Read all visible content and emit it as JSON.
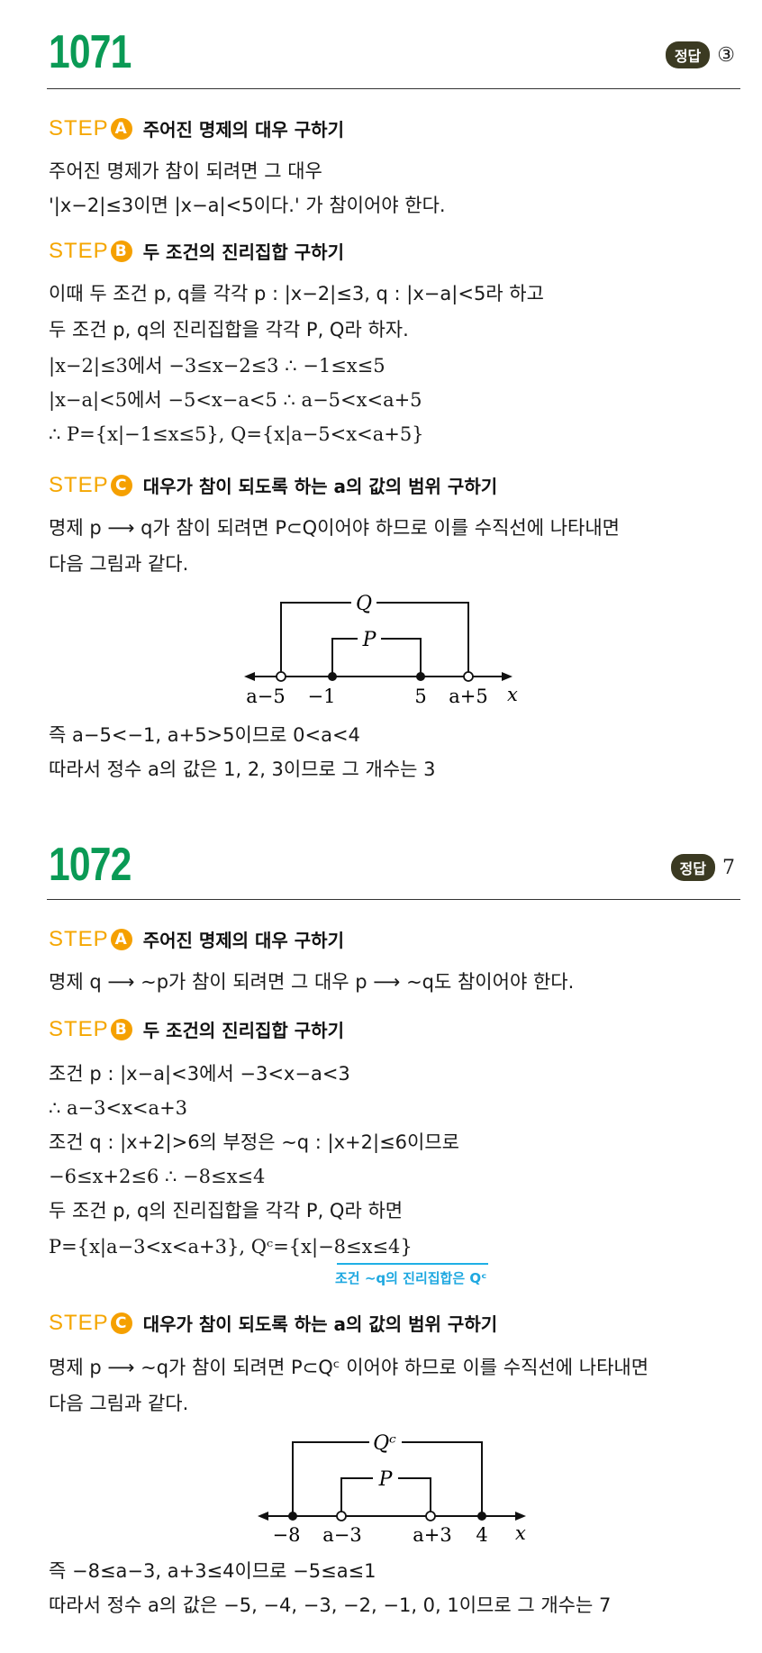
{
  "problems": [
    {
      "number": "1071",
      "answer_badge": "정답",
      "answer_value": "③",
      "steps": [
        {
          "label": "STEP",
          "letter": "A",
          "title": "주어진 명제의 대우 구하기"
        },
        {
          "label": "STEP",
          "letter": "B",
          "title": "두 조건의 진리집합 구하기"
        },
        {
          "label": "STEP",
          "letter": "C",
          "title": "대우가 참이 되도록 하는 a의 값의 범위 구하기"
        }
      ],
      "lines": [
        "주어진 명제가 참이 되려면 그 대우",
        "'|x−2|≤3이면 |x−a|<5이다.' 가 참이어야 한다.",
        "이때 두 조건 p, q를 각각 p : |x−2|≤3, q : |x−a|<5라 하고",
        "두 조건 p, q의 진리집합을 각각 P, Q라 하자.",
        "|x−2|≤3에서 −3≤x−2≤3    ∴ −1≤x≤5",
        "|x−a|<5에서 −5<x−a<5    ∴ a−5<x<a+5",
        "∴ P={x|−1≤x≤5}, Q={x|a−5<x<a+5}",
        "명제 p ⟶ q가 참이 되려면 P⊂Q이어야 하므로 이를 수직선에 나타내면",
        "다음 그림과 같다.",
        "즉 a−5<−1, a+5>5이므로 0<a<4",
        "따라서 정수 a의 값은 1, 2, 3이므로 그 개수는 3"
      ],
      "diagram": {
        "outer_label": "Q",
        "inner_label": "P",
        "axis_label": "x",
        "ticks": [
          {
            "label": "a−5",
            "filled": false
          },
          {
            "label": "−1",
            "filled": true
          },
          {
            "label": "5",
            "filled": true
          },
          {
            "label": "a+5",
            "filled": false
          }
        ]
      }
    },
    {
      "number": "1072",
      "answer_badge": "정답",
      "answer_value": "7",
      "steps": [
        {
          "label": "STEP",
          "letter": "A",
          "title": "주어진 명제의 대우 구하기"
        },
        {
          "label": "STEP",
          "letter": "B",
          "title": "두 조건의 진리집합 구하기"
        },
        {
          "label": "STEP",
          "letter": "C",
          "title": "대우가 참이 되도록 하는 a의 값의 범위 구하기"
        }
      ],
      "lines": [
        "명제 q ⟶ ∼p가 참이 되려면 그 대우 p ⟶ ∼q도 참이어야 한다.",
        "조건 p : |x−a|<3에서 −3<x−a<3",
        "∴ a−3<x<a+3",
        "조건 q : |x+2|>6의 부정은 ∼q : |x+2|≤6이므로",
        "−6≤x+2≤6    ∴ −8≤x≤4",
        "두 조건 p, q의 진리집합을 각각 P, Q라 하면",
        "P={x|a−3<x<a+3}, Qᶜ={x|−8≤x≤4}",
        "명제 p ⟶ ∼q가 참이 되려면 P⊂Qᶜ 이어야 하므로 이를 수직선에 나타내면",
        "다음 그림과 같다.",
        "즉 −8≤a−3, a+3≤4이므로 −5≤a≤1",
        "따라서 정수 a의 값은 −5, −4, −3, −2, −1, 0, 1이므로 그 개수는 7"
      ],
      "note": "조건 ∼q의 진리집합은 Qᶜ",
      "diagram": {
        "outer_label": "Qᶜ",
        "inner_label": "P",
        "axis_label": "x",
        "ticks": [
          {
            "label": "−8",
            "filled": true
          },
          {
            "label": "a−3",
            "filled": false
          },
          {
            "label": "a+3",
            "filled": false
          },
          {
            "label": "4",
            "filled": true
          }
        ]
      }
    }
  ],
  "colors": {
    "number": "#0a9a55",
    "step": "#f5a600",
    "badge": "#3b3a22",
    "note": "#1fa8e0"
  }
}
